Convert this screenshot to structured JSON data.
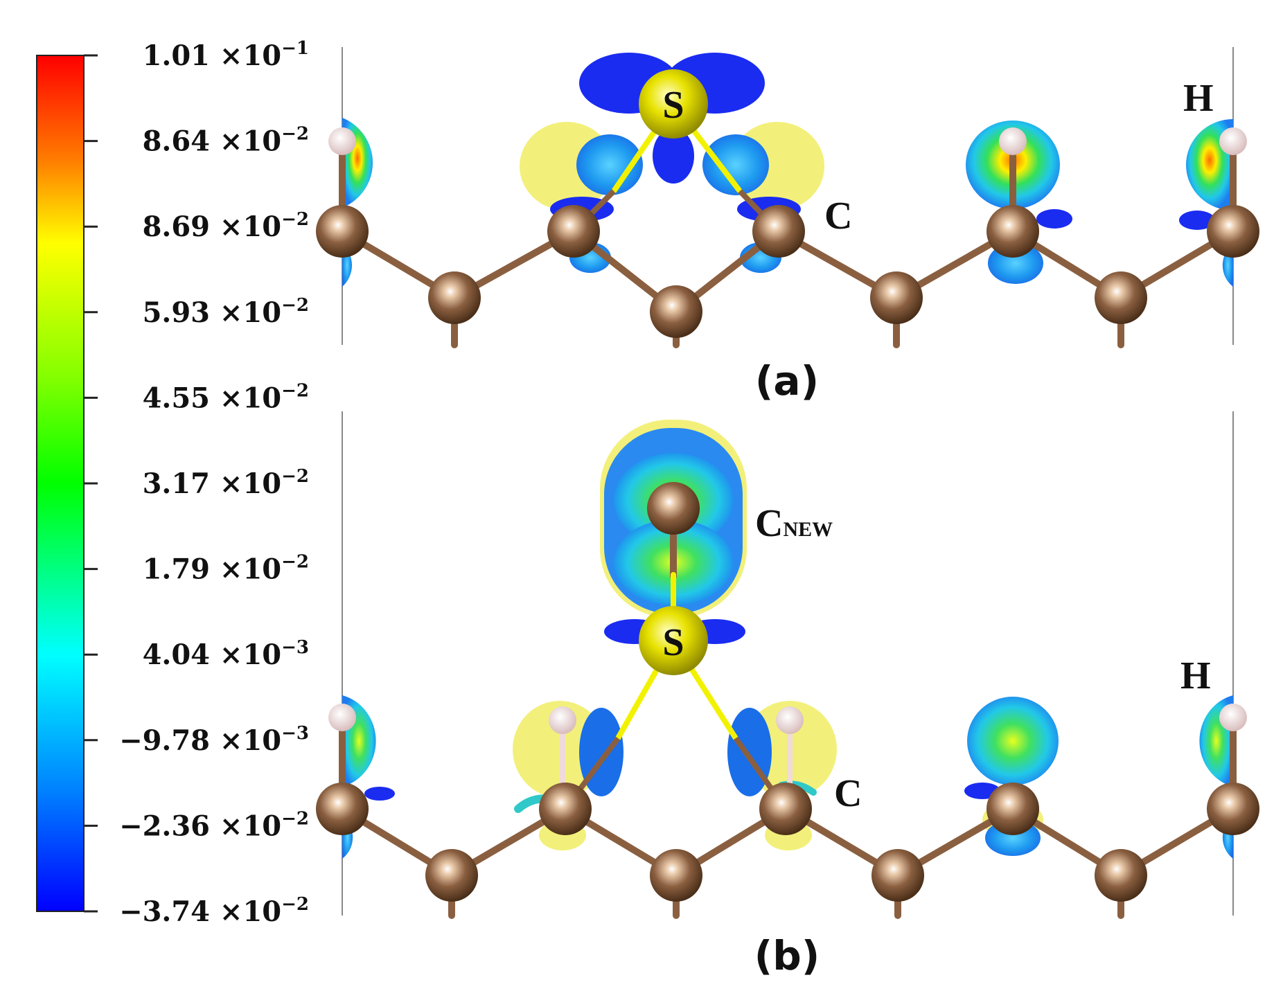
{
  "colorbar": {
    "ticks": [
      {
        "mantissa": "1.01",
        "exponent": "−1"
      },
      {
        "mantissa": "8.64",
        "exponent": "−2"
      },
      {
        "mantissa": "8.69",
        "exponent": "−2"
      },
      {
        "mantissa": "5.93",
        "exponent": "−2"
      },
      {
        "mantissa": "4.55",
        "exponent": "−2"
      },
      {
        "mantissa": "3.17",
        "exponent": "−2"
      },
      {
        "mantissa": "1.79",
        "exponent": "−2"
      },
      {
        "mantissa": "4.04",
        "exponent": "−3"
      },
      {
        "mantissa": "−9.78",
        "exponent": "−3"
      },
      {
        "mantissa": "−2.36",
        "exponent": "−2"
      },
      {
        "mantissa": "−3.74",
        "exponent": "−2"
      }
    ],
    "times": "×10",
    "colors": [
      "#ff0000",
      "#ff8000",
      "#ffff00",
      "#80ff00",
      "#00ff00",
      "#00ffff",
      "#0080ff",
      "#0000ff"
    ]
  },
  "panel_a": {
    "label": "(a)",
    "atoms": {
      "s": "S",
      "c": "C",
      "h": "H"
    }
  },
  "panel_b": {
    "label": "(b)",
    "atoms": {
      "s": "S",
      "c": "C",
      "h": "H",
      "c_new": "C",
      "c_new_sub": "NEW"
    }
  },
  "colors": {
    "carbon": "#7a5533",
    "hydrogen": "#f0dada",
    "sulfur": "#e6e000",
    "bond_c": "#8a5f40",
    "bond_s": "#f2f200",
    "iso_yellow": "#f2f07a",
    "iso_blue": "#1a2cf0",
    "iso_light": "#3aa8f0"
  }
}
